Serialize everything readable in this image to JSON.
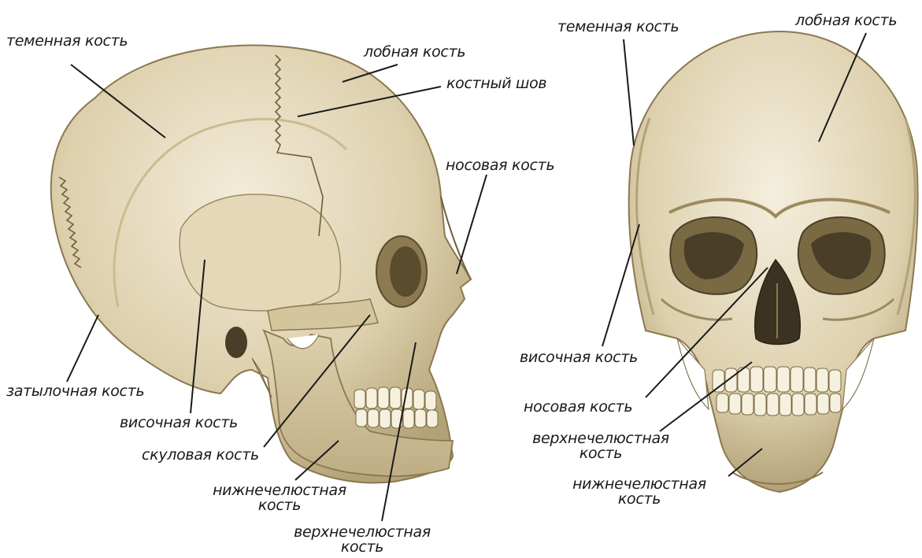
{
  "side_view": {
    "labels": {
      "parietal": "теменная кость",
      "frontal": "лобная кость",
      "suture": "костный шов",
      "nasal": "носовая кость",
      "occipital": "затылочная кость",
      "temporal": "височная кость",
      "zygomatic": "скуловая кость",
      "mandible_1": "нижнечелюстная",
      "mandible_2": "кость",
      "maxilla_1": "верхнечелюстная",
      "maxilla_2": "кость"
    }
  },
  "front_view": {
    "labels": {
      "parietal": "теменная кость",
      "frontal": "лобная кость",
      "temporal": "височная кость",
      "nasal": "носовая кость",
      "maxilla_1": "верхнечелюстная",
      "maxilla_2": "кость",
      "mandible_1": "нижнечелюстная",
      "mandible_2": "кость"
    }
  },
  "colors": {
    "bone_light": "#efe8d4",
    "bone_mid": "#d9cca8",
    "bone_shadow": "#a8966a",
    "bone_dark": "#6e5f3c",
    "cavity": "#3b3222",
    "leader_line": "#1a1a1a"
  }
}
